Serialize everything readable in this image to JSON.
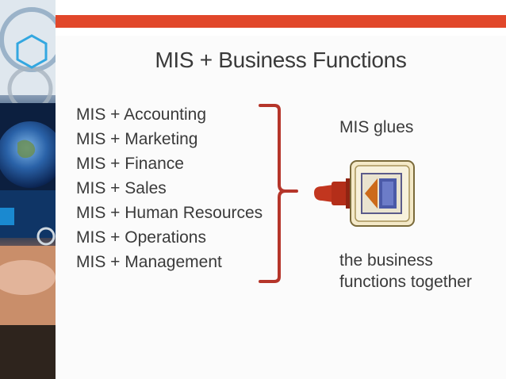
{
  "slide": {
    "title": "MIS + Business Functions",
    "functions": [
      "MIS + Accounting",
      "MIS + Marketing",
      "MIS + Finance",
      "MIS + Sales",
      "MIS + Human Resources",
      "MIS + Operations",
      "MIS + Management"
    ],
    "glue_label": "MIS glues",
    "together_label": "the business functions together"
  },
  "colors": {
    "accent_bar": "#e1472a",
    "bracket": "#b5352a",
    "text": "#3a3a3a"
  },
  "icons": {
    "glue": "glue-bottle-icon"
  }
}
